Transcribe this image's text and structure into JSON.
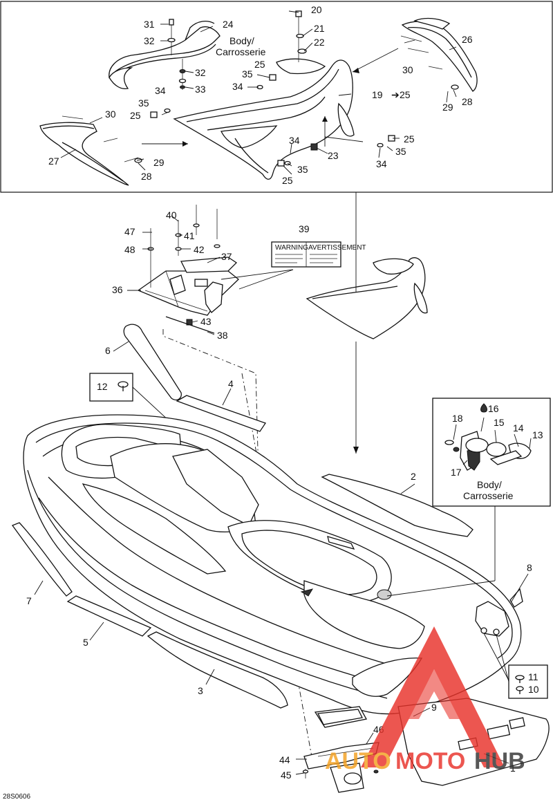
{
  "diagram_code": "28S0606",
  "captions": {
    "top_body": [
      "Body/",
      "Carrosserie"
    ],
    "inset_body": [
      "Body/",
      "Carrosserie"
    ]
  },
  "callouts": [
    {
      "id": "c1",
      "label": "1"
    },
    {
      "id": "c2",
      "label": "2"
    },
    {
      "id": "c3",
      "label": "3"
    },
    {
      "id": "c4",
      "label": "4"
    },
    {
      "id": "c5",
      "label": "5"
    },
    {
      "id": "c6",
      "label": "6"
    },
    {
      "id": "c7",
      "label": "7"
    },
    {
      "id": "c8",
      "label": "8"
    },
    {
      "id": "c9",
      "label": "9"
    },
    {
      "id": "c10",
      "label": "10"
    },
    {
      "id": "c11",
      "label": "11"
    },
    {
      "id": "c12",
      "label": "12"
    },
    {
      "id": "c13",
      "label": "13"
    },
    {
      "id": "c14",
      "label": "14"
    },
    {
      "id": "c15",
      "label": "15"
    },
    {
      "id": "c16",
      "label": "16"
    },
    {
      "id": "c17",
      "label": "17"
    },
    {
      "id": "c18",
      "label": "18"
    },
    {
      "id": "c19",
      "label": "19"
    },
    {
      "id": "c19to25",
      "label": "25"
    },
    {
      "id": "c20",
      "label": "20"
    },
    {
      "id": "c21",
      "label": "21"
    },
    {
      "id": "c22",
      "label": "22"
    },
    {
      "id": "c23",
      "label": "23"
    },
    {
      "id": "c24",
      "label": "24"
    },
    {
      "id": "c25a",
      "label": "25"
    },
    {
      "id": "c25b",
      "label": "25"
    },
    {
      "id": "c25c",
      "label": "25"
    },
    {
      "id": "c25d",
      "label": "25"
    },
    {
      "id": "c26",
      "label": "26"
    },
    {
      "id": "c27",
      "label": "27"
    },
    {
      "id": "c28a",
      "label": "28"
    },
    {
      "id": "c28b",
      "label": "28"
    },
    {
      "id": "c29a",
      "label": "29"
    },
    {
      "id": "c29b",
      "label": "29"
    },
    {
      "id": "c30a",
      "label": "30"
    },
    {
      "id": "c30b",
      "label": "30"
    },
    {
      "id": "c31",
      "label": "31"
    },
    {
      "id": "c32a",
      "label": "32"
    },
    {
      "id": "c32b",
      "label": "32"
    },
    {
      "id": "c33",
      "label": "33"
    },
    {
      "id": "c34a",
      "label": "34"
    },
    {
      "id": "c34b",
      "label": "34"
    },
    {
      "id": "c34c",
      "label": "34"
    },
    {
      "id": "c34d",
      "label": "34"
    },
    {
      "id": "c35a",
      "label": "35"
    },
    {
      "id": "c35b",
      "label": "35"
    },
    {
      "id": "c35c",
      "label": "35"
    },
    {
      "id": "c35d",
      "label": "35"
    },
    {
      "id": "c36",
      "label": "36"
    },
    {
      "id": "c37",
      "label": "37"
    },
    {
      "id": "c38",
      "label": "38"
    },
    {
      "id": "c39",
      "label": "39"
    },
    {
      "id": "c40",
      "label": "40"
    },
    {
      "id": "c41",
      "label": "41"
    },
    {
      "id": "c42",
      "label": "42"
    },
    {
      "id": "c43",
      "label": "43"
    },
    {
      "id": "c44",
      "label": "44"
    },
    {
      "id": "c45",
      "label": "45"
    },
    {
      "id": "c46",
      "label": "46"
    },
    {
      "id": "c47",
      "label": "47"
    },
    {
      "id": "c48",
      "label": "48"
    }
  ],
  "warning_label": {
    "left": "WARNING",
    "right": "AVERTISSEMENT"
  },
  "watermark": {
    "part1": "AUTO",
    "part2": "MOTO",
    "part3": "HUB",
    "color_red": "#e8322a",
    "color_orange": "#f4a020",
    "color_dark": "#333333"
  }
}
